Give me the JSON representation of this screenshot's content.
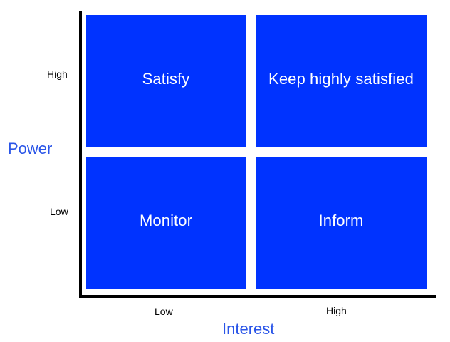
{
  "colors": {
    "quadrant_fill": "#0033ff",
    "quadrant_text": "#ffffff",
    "axis_title": "#2a55e8",
    "axis_line": "#000000"
  },
  "quadrants": {
    "top_left": "Satisfy",
    "top_right": "Keep highly satisfied",
    "bottom_left": "Monitor",
    "bottom_right": "Inform"
  },
  "y_axis": {
    "title": "Power",
    "ticks": {
      "high": "High",
      "low": "Low"
    }
  },
  "x_axis": {
    "title": "Interest",
    "ticks": {
      "low": "Low",
      "high": "High"
    }
  }
}
